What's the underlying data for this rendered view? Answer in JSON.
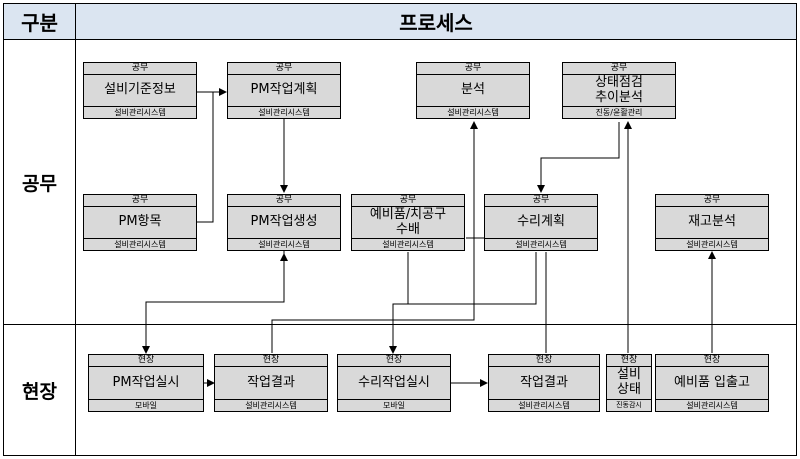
{
  "header": {
    "category": "구분",
    "process": "프로세스"
  },
  "lanes": {
    "office": "공무",
    "field": "현장"
  },
  "boxes": {
    "equip_std_info": {
      "role": "공무",
      "name": "설비기준정보",
      "system": "설비관리시스템"
    },
    "pm_plan": {
      "role": "공무",
      "name": "PM작업계획",
      "system": "설비관리시스템"
    },
    "analysis": {
      "role": "공무",
      "name": "분석",
      "system": "설비관리시스템"
    },
    "condition_check": {
      "role": "공무",
      "name": "상태점검\n추이분석",
      "system": "진동/윤활관리"
    },
    "pm_item": {
      "role": "공무",
      "name": "PM항목",
      "system": "설비관리시스템"
    },
    "pm_create": {
      "role": "공무",
      "name": "PM작업생성",
      "system": "설비관리시스템"
    },
    "spare_arrange": {
      "role": "공무",
      "name": "예비품/치공구\n수배",
      "system": "설비관리시스템"
    },
    "repair_plan": {
      "role": "공무",
      "name": "수리계획",
      "system": "설비관리시스템"
    },
    "inventory": {
      "role": "공무",
      "name": "재고분석",
      "system": "설비관리시스템"
    },
    "pm_exec": {
      "role": "현장",
      "name": "PM작업실시",
      "system": "모바일"
    },
    "work_result_1": {
      "role": "현장",
      "name": "작업결과",
      "system": "설비관리시스템"
    },
    "repair_exec": {
      "role": "현장",
      "name": "수리작업실시",
      "system": "모바일"
    },
    "work_result_2": {
      "role": "현장",
      "name": "작업결과",
      "system": "설비관리시스템"
    },
    "equip_status": {
      "role": "현장",
      "name": "설비\n상태",
      "system": "진동감시"
    },
    "spare_inout": {
      "role": "현장",
      "name": "예비품 입출고",
      "system": "설비관리시스템"
    }
  }
}
